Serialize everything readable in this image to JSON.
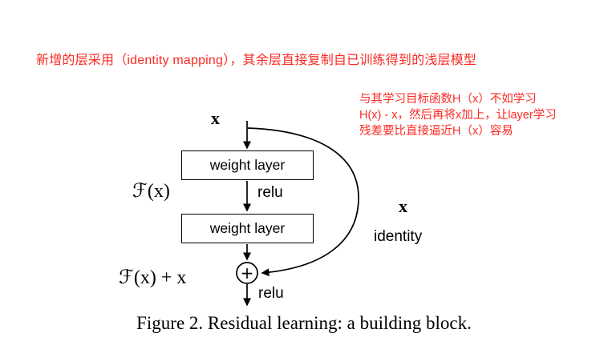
{
  "colors": {
    "annotation_red": "#fb2b24",
    "line_black": "#000000"
  },
  "notes": {
    "top": "新增的层采用（identity mapping），其余层直接复制自已训练得到的浅层模型",
    "side": [
      "与其学习目标函数H（x）不如学习",
      "H(x) - x，然后再将x加上，让layer学习",
      "残差要比直接逼近H（x）容易"
    ]
  },
  "diagram": {
    "input_label": "x",
    "weight_layer_top": "weight layer",
    "relu_mid": "relu",
    "function_label": "ℱ(x)",
    "weight_layer_bottom": "weight layer",
    "skip_input_label": "x",
    "skip_name": "identity",
    "plus_sign": "+",
    "sum_label": "ℱ(x) + x",
    "relu_out": "relu"
  },
  "caption": "Figure 2. Residual learning: a building block."
}
